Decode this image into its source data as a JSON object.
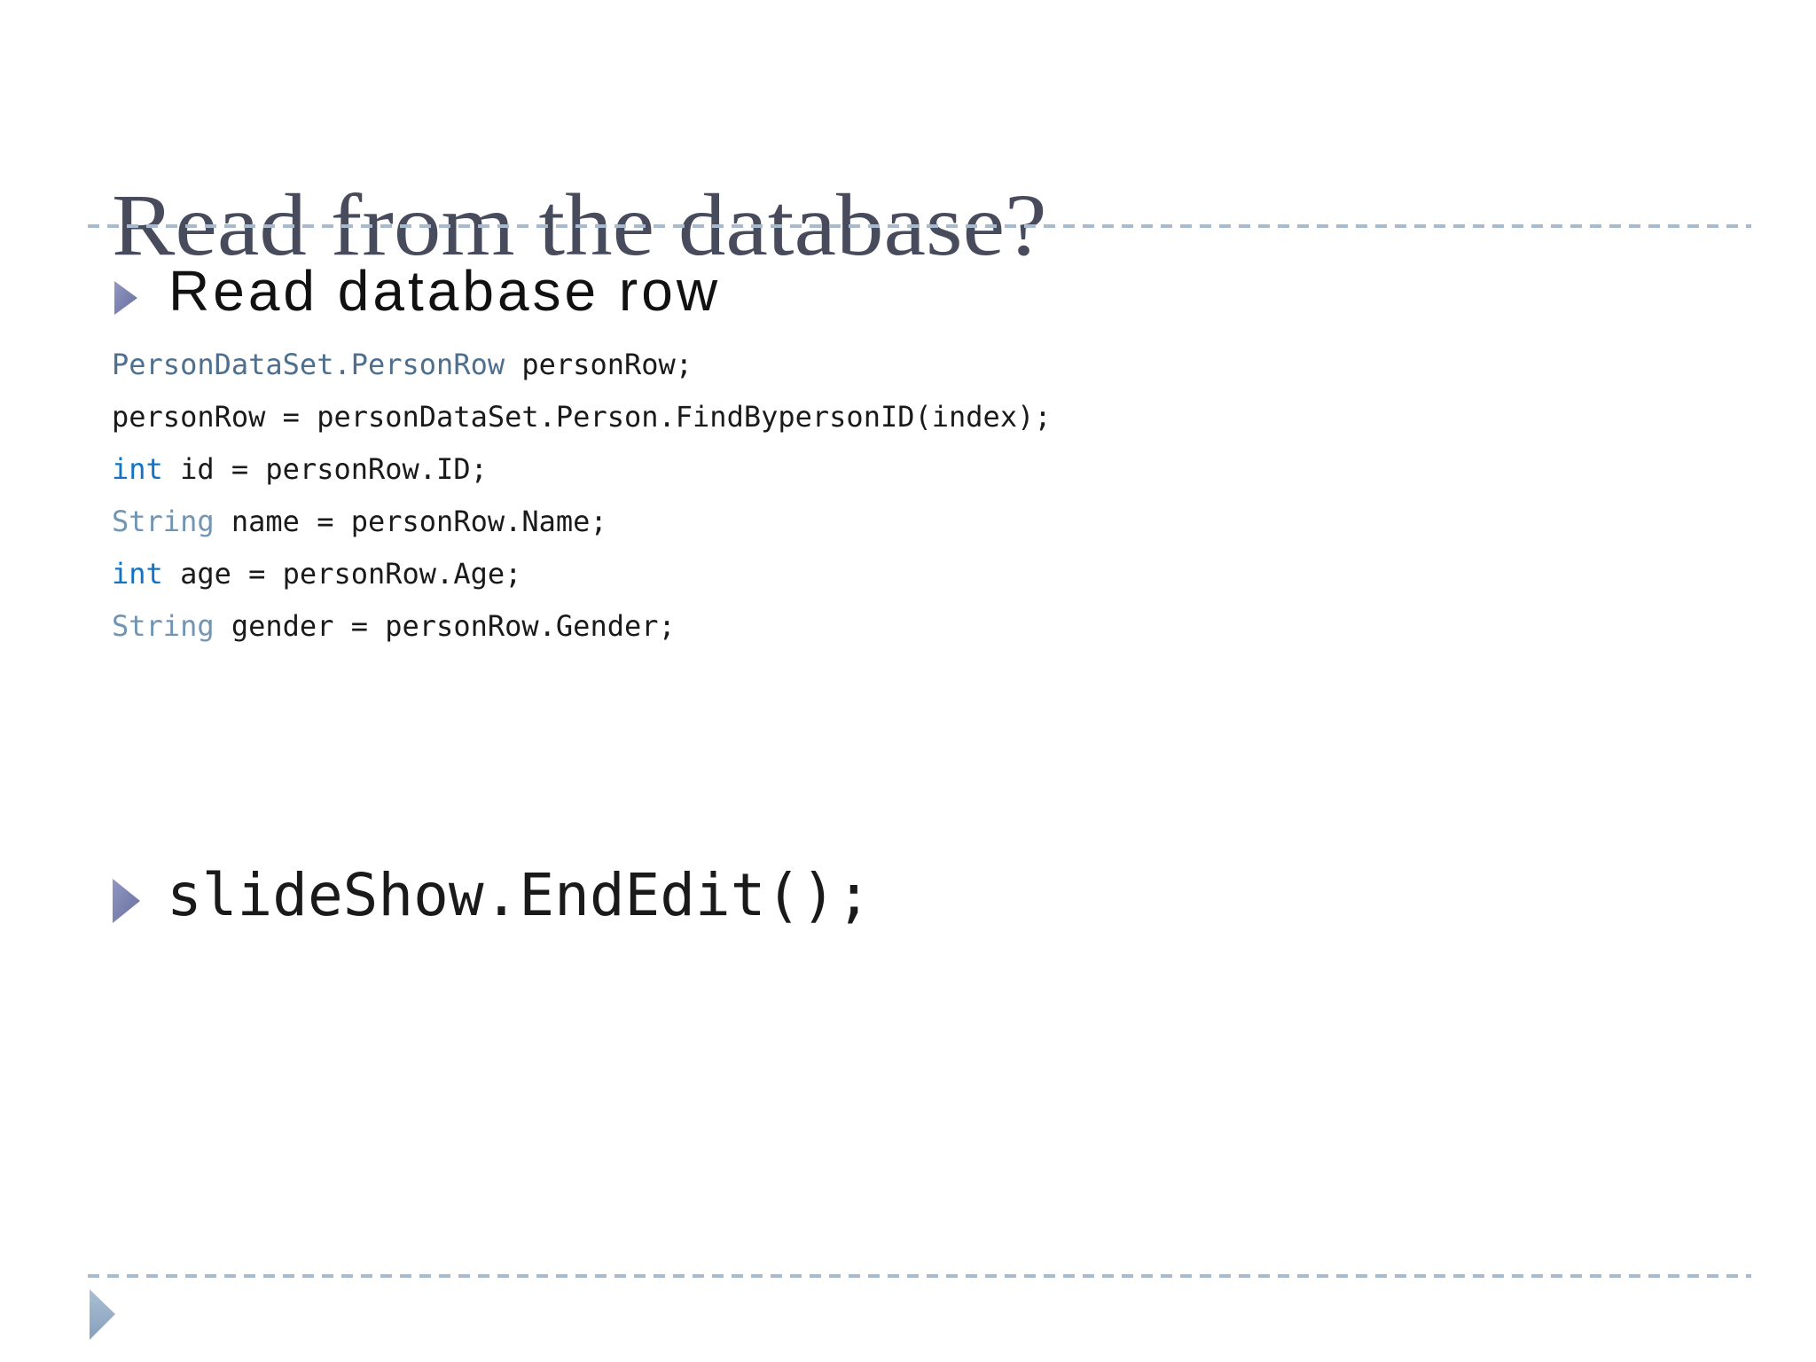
{
  "slide": {
    "title": "Read from the database?",
    "heading_bullet": {
      "label": "Read database row",
      "icon": "right-triangle"
    },
    "statement_bullet": {
      "label": "slideShow.EndEdit();",
      "icon": "right-triangle"
    },
    "code": {
      "language": "csharp",
      "lines": [
        {
          "tokens": [
            {
              "text": "PersonDataSet.PersonRow",
              "type": "type"
            },
            {
              "text": " personRow;",
              "type": "plain"
            }
          ]
        },
        {
          "tokens": [
            {
              "text": "personRow = personDataSet.Person.FindBypersonID(index);",
              "type": "plain"
            }
          ]
        },
        {
          "tokens": [
            {
              "text": "int",
              "type": "keyword"
            },
            {
              "text": " id = personRow.ID;",
              "type": "plain"
            }
          ]
        },
        {
          "tokens": [
            {
              "text": "String",
              "type": "type2"
            },
            {
              "text": " name = personRow.Name;",
              "type": "plain"
            }
          ]
        },
        {
          "tokens": [
            {
              "text": "int",
              "type": "keyword"
            },
            {
              "text": " age = personRow.Age;",
              "type": "plain"
            }
          ]
        },
        {
          "tokens": [
            {
              "text": "String",
              "type": "type2"
            },
            {
              "text": " gender = personRow.Gender;",
              "type": "plain"
            }
          ]
        }
      ]
    },
    "footer": {
      "icon": "right-triangle"
    },
    "colors": {
      "background": "#ffffff",
      "title": "#474b5c",
      "heading_text": "#111111",
      "code_plain": "#1a1a1a",
      "code_keyword": "#1473c4",
      "code_type": "#4e6f8e",
      "code_type_light": "#7295b3",
      "bullet_triangle_light": "#9298c2",
      "bullet_triangle_dark": "#676e9f",
      "footer_triangle_light": "#aabfd4",
      "footer_triangle_dark": "#86a0bb",
      "divider": "#a7bbd0"
    }
  }
}
